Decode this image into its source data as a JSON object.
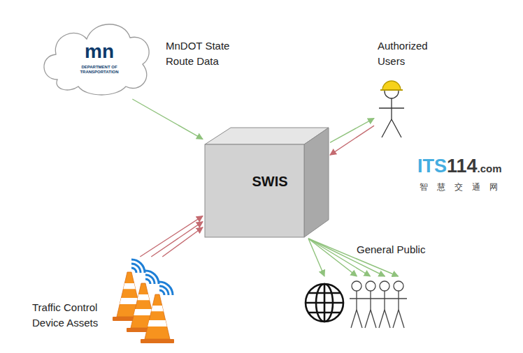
{
  "diagram": {
    "nodes": [
      {
        "text": [
          "mn",
          "DEPARTMENT OF TRANSPORTATION",
          "MnDOT State Route Data"
        ]
      },
      {
        "text": [
          "SWIS"
        ]
      },
      {
        "text": [
          "Authorized Users"
        ]
      },
      {
        "text": [
          "General Public"
        ]
      },
      {
        "text": [
          "Traffic Control Device Assets"
        ]
      }
    ],
    "edges": [
      {
        "from": 0,
        "to": 1,
        "arrow": "to"
      },
      {
        "from": 1,
        "to": 2,
        "arrow": "to"
      },
      {
        "from": 2,
        "to": 1,
        "arrow": "to"
      },
      {
        "from": 4,
        "to": 1,
        "arrow": "to"
      },
      {
        "from": 4,
        "to": 1,
        "arrow": "to"
      },
      {
        "from": 4,
        "to": 1,
        "arrow": "to"
      },
      {
        "from": 1,
        "to": 3,
        "arrow": "to"
      },
      {
        "from": 1,
        "to": 3,
        "arrow": "to"
      },
      {
        "from": 1,
        "to": 3,
        "arrow": "to"
      },
      {
        "from": 1,
        "to": 3,
        "arrow": "to"
      },
      {
        "from": 1,
        "to": 3,
        "arrow": "to"
      }
    ],
    "labels": [
      "ITS",
      "114",
      ".com",
      "智慧交通网"
    ]
  }
}
